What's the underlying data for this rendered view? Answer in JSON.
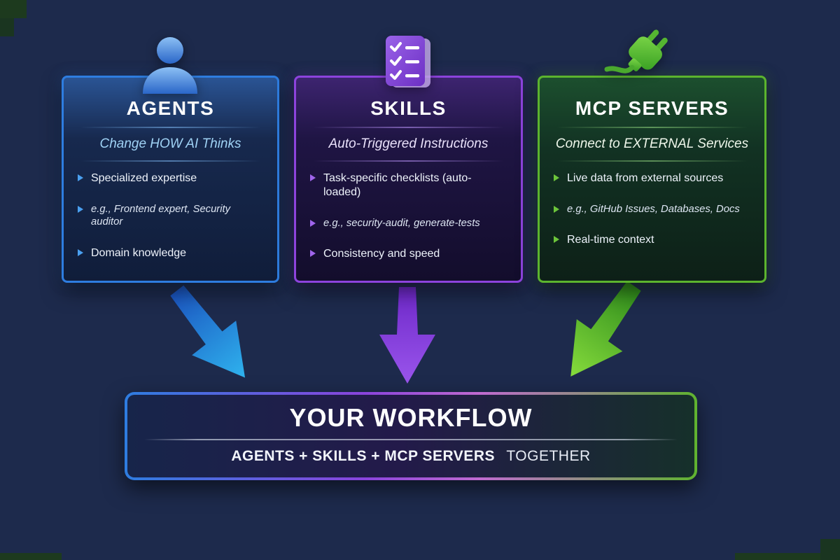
{
  "cards": [
    {
      "id": "agents",
      "icon": "person-icon",
      "title": "AGENTS",
      "subtitle": "Change HOW AI Thinks",
      "accent": "#2e7de0",
      "bullets": [
        "Specialized expertise",
        "e.g., Frontend expert, Security auditor",
        "Domain knowledge"
      ]
    },
    {
      "id": "skills",
      "icon": "checklist-icon",
      "title": "SKILLS",
      "subtitle": "Auto-Triggered Instructions",
      "accent": "#8d43dd",
      "bullets": [
        "Task-specific checklists (auto-loaded)",
        "e.g., security-audit, generate-tests",
        "Consistency and speed"
      ]
    },
    {
      "id": "mcp-servers",
      "icon": "plug-icon",
      "title": "MCP SERVERS",
      "subtitle": "Connect to EXTERNAL Services",
      "accent": "#5cb42e",
      "bullets": [
        "Live data from external sources",
        "e.g., GitHub Issues, Databases, Docs",
        "Real-time context"
      ]
    }
  ],
  "workflow": {
    "title": "YOUR WORKFLOW",
    "subtitle_strong": "AGENTS + SKILLS + MCP SERVERS",
    "subtitle_light": "TOGETHER"
  },
  "colors": {
    "background": "#1d2a4c",
    "agents_accent": "#2e7de0",
    "skills_accent": "#8d43dd",
    "mcp_accent": "#5cb42e",
    "arrow_blue": [
      "#1b55c0",
      "#2fb3ee"
    ],
    "arrow_purple": [
      "#6d28c8",
      "#9a55ec"
    ],
    "arrow_green": [
      "#2f8c1c",
      "#86dc3c"
    ]
  }
}
